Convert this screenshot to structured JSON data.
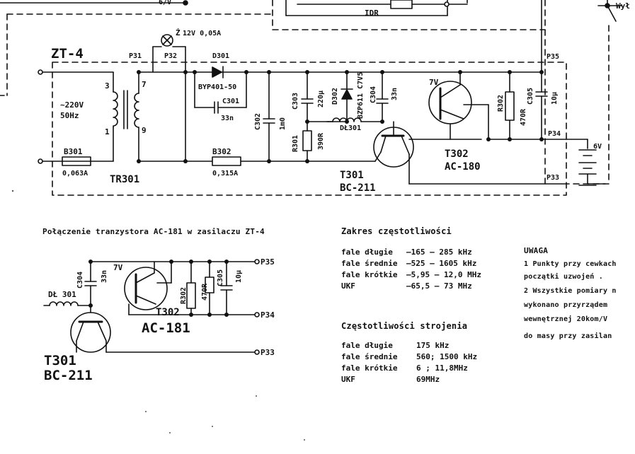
{
  "main_schematic": {
    "module": "ZT-4",
    "mains_voltage": "~220V",
    "mains_freq": "50Hz",
    "fuse_b301": "B301",
    "fuse_b301_rating": "0,063A",
    "fuse_b302": "B302",
    "fuse_b302_rating": "0,315A",
    "transformer": "TR301",
    "pin_3": "3",
    "pin_1": "1",
    "pin_7": "7",
    "pin_9": "9",
    "lamp_spec": "12V 0,05A",
    "lamp_ref": "Ż",
    "p31": "P31",
    "p32": "P32",
    "p33": "P33",
    "p34": "P34",
    "p35": "P35",
    "d301": "D301",
    "d301_type": "BYP401-50",
    "c301": "C301",
    "c301_val": "33n",
    "c302": "C302",
    "c302_val": "1m0",
    "c303": "C303",
    "c303_val": "220µ",
    "r301": "R301",
    "r301_val": "390R",
    "d302": "D302",
    "d302_type": "BZP611 C7V5",
    "dl301": "DŁ301",
    "c304": "C304",
    "c304_val": "33n",
    "t301": "T301",
    "t301_type": "BC-211",
    "t302": "T302",
    "t302_type": "AC-180",
    "v7": "7V",
    "r302": "R302",
    "r302_val": "470R",
    "c305": "C305",
    "c305_val": "10µ",
    "battery": "6V",
    "top_idr": "IDR",
    "top_fragment": "Wył",
    "top_left_fragment": "6/V"
  },
  "sub_schematic": {
    "title": "Połączenie tranzystora AC-181 w zasilaczu ZT-4",
    "c304": "C304",
    "c304_val": "33n",
    "v7": "7V",
    "r302": "R302",
    "r302_val": "470R",
    "c305": "C305",
    "c305_val": "10µ",
    "dl301": "DŁ 301",
    "t302": "T302",
    "t302_type": "AC-181",
    "t301": "T301",
    "t301_type": "BC-211",
    "p35": "P35",
    "p34": "P34",
    "p33": "P33"
  },
  "freq_ranges": {
    "title": "Zakres częstotliwości",
    "rows": [
      {
        "band": "fale długie",
        "value": "–165 – 285 kHz"
      },
      {
        "band": "fale średnie",
        "value": "–525 – 1605 kHz"
      },
      {
        "band": "fale krótkie",
        "value": "–5,95 – 12,0 MHz"
      },
      {
        "band": "UKF",
        "value": "–65,5 – 73   MHz"
      }
    ]
  },
  "tuning_freqs": {
    "title": "Częstotliwości strojenia",
    "rows": [
      {
        "band": "fale długie",
        "value": "175 kHz"
      },
      {
        "band": "fale średnie",
        "value": "560; 1500 kHz"
      },
      {
        "band": "fale krótkie",
        "value": "6  ;  11,8MHz"
      },
      {
        "band": "UKF",
        "value": "69MHz"
      }
    ]
  },
  "note": {
    "title": "UWAGA",
    "lines": [
      "1 Punkty przy cewkach",
      "początki  uzwojeń .",
      "2 Wszystkie pomiary n",
      "wykonano przyrządem",
      "wewnętrznej  20kom/V",
      "do masy  przy zasilan"
    ]
  }
}
